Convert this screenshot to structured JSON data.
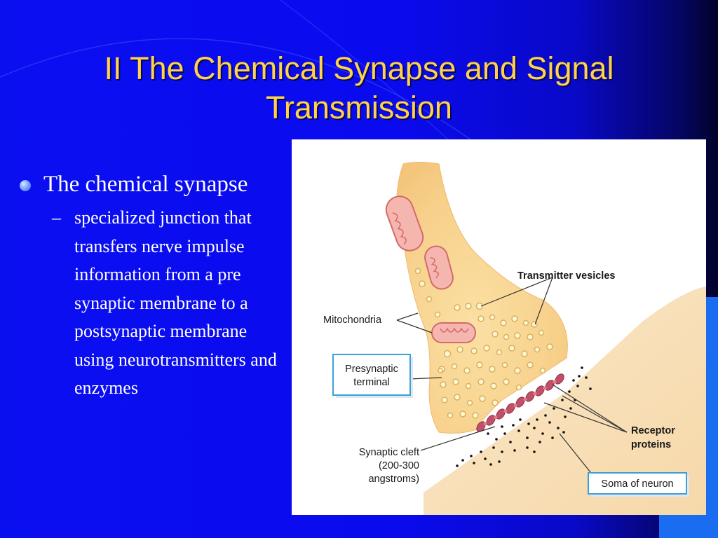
{
  "slide": {
    "title_line1": "II The Chemical Synapse and Signal",
    "title_line2": "Transmission",
    "bullet": "The chemical synapse",
    "sub_dash": "–",
    "sub_bullet": "specialized junction that transfers nerve impulse information from a pre synaptic membrane to a postsynaptic membrane using neurotransmitters and enzymes"
  },
  "figure": {
    "labels": {
      "transmitter_vesicles": "Transmitter vesicles",
      "mitochondria": "Mitochondria",
      "presynaptic_line1": "Presynaptic",
      "presynaptic_line2": "terminal",
      "receptor_line1": "Receptor",
      "receptor_line2": "proteins",
      "cleft_line1": "Synaptic cleft",
      "cleft_line2": "(200-300",
      "cleft_line3": "angstroms)",
      "soma": "Soma of neuron"
    }
  },
  "colors": {
    "background": "#0a0ff0",
    "title": "#ffd24a",
    "body_text": "#ffffff",
    "terminal_fill": "#f8d89a",
    "receptor": "#c0506a",
    "callout_border": "#3aa0d8"
  }
}
